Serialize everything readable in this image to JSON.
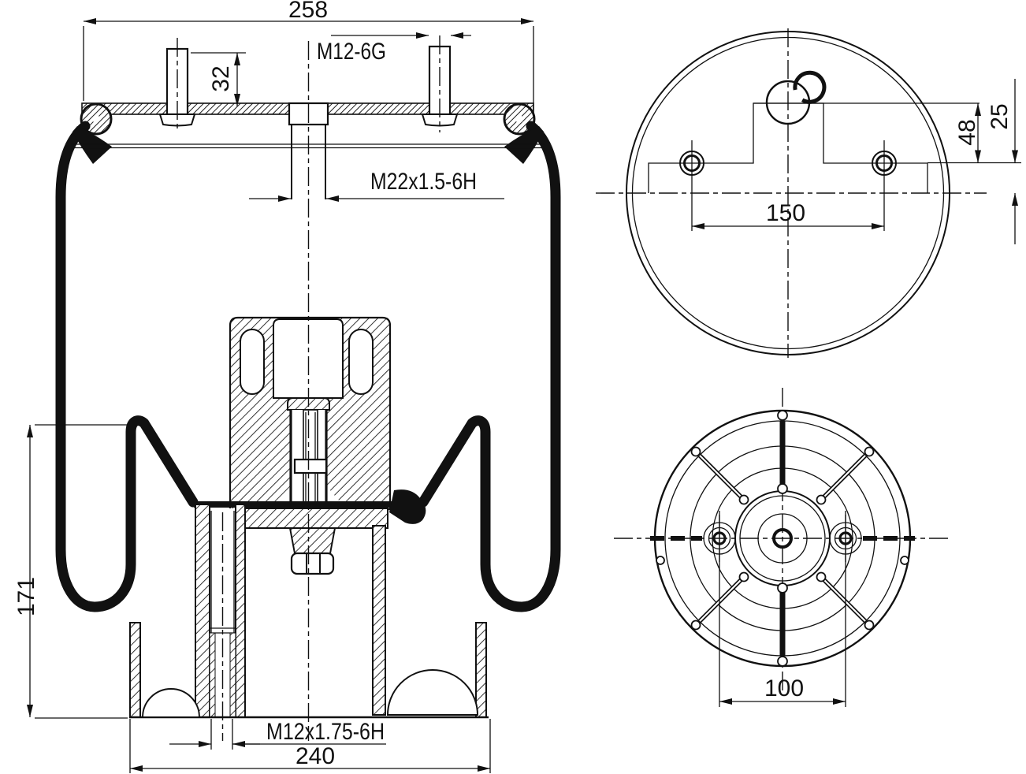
{
  "drawing": {
    "type": "air-spring-technical-drawing",
    "background_color": "#ffffff",
    "line_color": "#111111",
    "section_view": {
      "dim_top_width": "258",
      "stud_thread": "M12-6G",
      "dim_stud_height": "32",
      "center_thread": "M22x1.5-6H",
      "dim_height": "171",
      "bottom_thread": "M12x1.75-6H",
      "dim_bottom_width": "240"
    },
    "top_view": {
      "dim_stud_spacing": "150",
      "dim_port_to_stud": "48",
      "dim_stud_to_center": "25"
    },
    "bottom_view": {
      "dim_hole_spacing": "100"
    }
  }
}
